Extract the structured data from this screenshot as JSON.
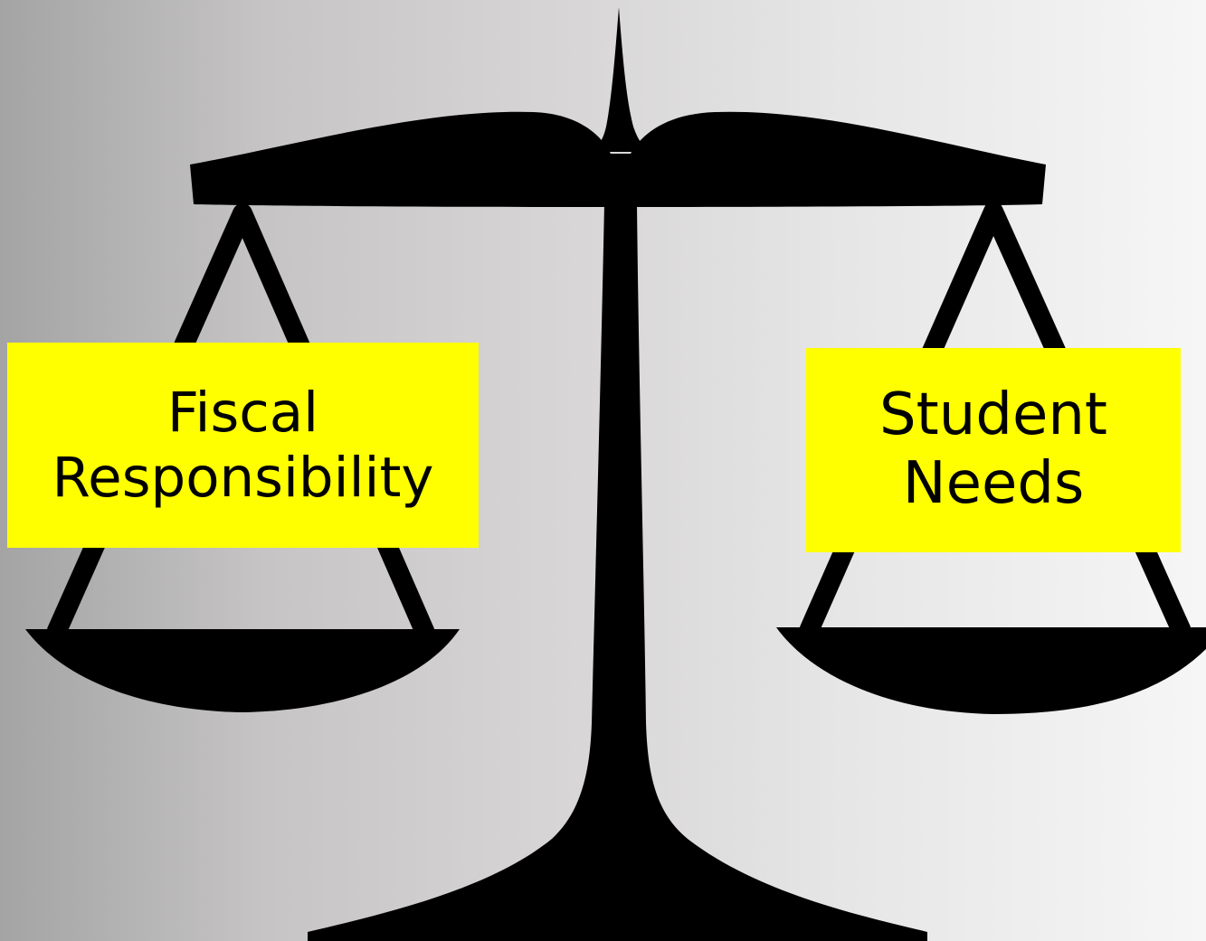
{
  "image": {
    "background_gradient": [
      "#a4a4a4",
      "#f6f6f6"
    ],
    "figure_icon": "balance-scale-icon",
    "figure_color": "#000000"
  },
  "labels": {
    "left": {
      "line1": "Fiscal",
      "line2": "Responsibility",
      "background": "#ffff00"
    },
    "right": {
      "line1": "Student",
      "line2": "Needs",
      "background": "#ffff00"
    }
  }
}
